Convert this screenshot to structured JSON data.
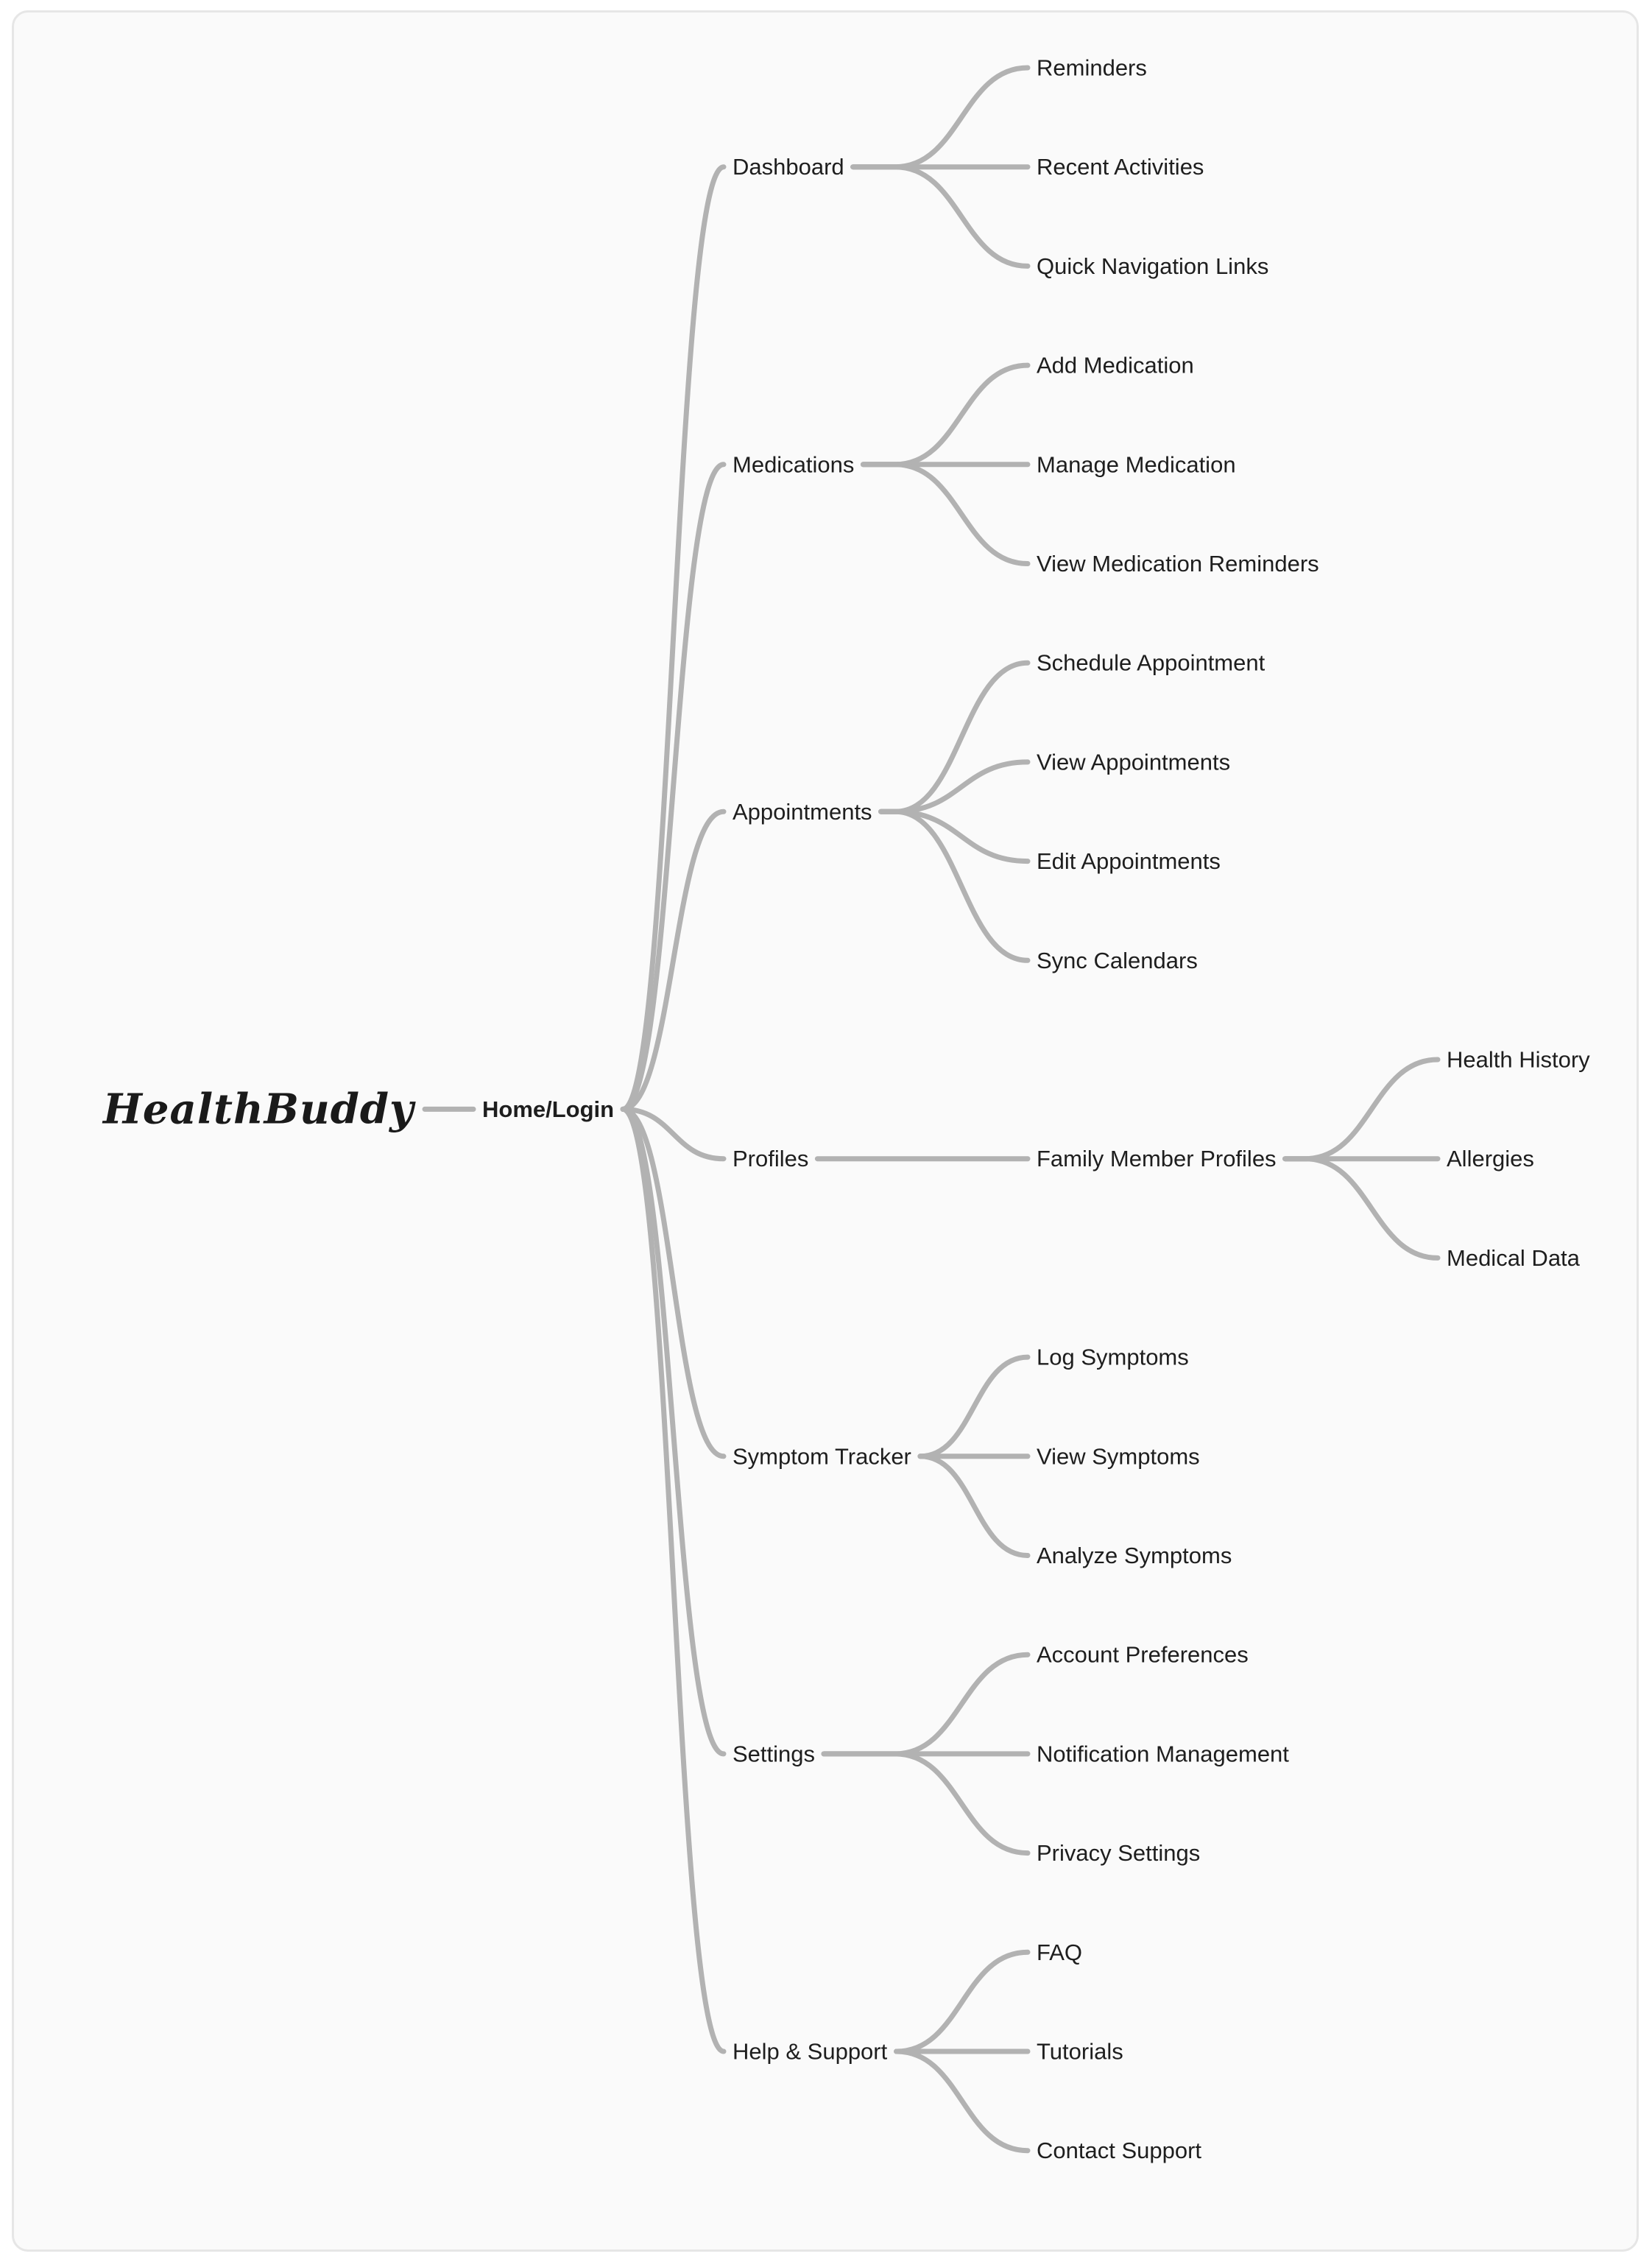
{
  "mindmap": {
    "root": {
      "label": "HealthBuddy",
      "children": [
        {
          "label": "Home/Login",
          "children": [
            {
              "label": "Dashboard",
              "children": [
                {
                  "label": "Reminders"
                },
                {
                  "label": "Recent Activities"
                },
                {
                  "label": "Quick Navigation Links"
                }
              ]
            },
            {
              "label": "Medications",
              "children": [
                {
                  "label": "Add Medication"
                },
                {
                  "label": "Manage Medication"
                },
                {
                  "label": "View Medication Reminders"
                }
              ]
            },
            {
              "label": "Appointments",
              "children": [
                {
                  "label": "Schedule Appointment"
                },
                {
                  "label": "View Appointments"
                },
                {
                  "label": "Edit Appointments"
                },
                {
                  "label": "Sync Calendars"
                }
              ]
            },
            {
              "label": "Profiles",
              "children": [
                {
                  "label": "Family Member Profiles",
                  "children": [
                    {
                      "label": "Health History"
                    },
                    {
                      "label": "Allergies"
                    },
                    {
                      "label": "Medical Data"
                    }
                  ]
                }
              ]
            },
            {
              "label": "Symptom Tracker",
              "children": [
                {
                  "label": "Log Symptoms"
                },
                {
                  "label": "View Symptoms"
                },
                {
                  "label": "Analyze Symptoms"
                }
              ]
            },
            {
              "label": "Settings",
              "children": [
                {
                  "label": "Account Preferences"
                },
                {
                  "label": "Notification Management"
                },
                {
                  "label": "Privacy Settings"
                }
              ]
            },
            {
              "label": "Help & Support",
              "children": [
                {
                  "label": "FAQ"
                },
                {
                  "label": "Tutorials"
                },
                {
                  "label": "Contact Support"
                }
              ]
            }
          ]
        }
      ]
    }
  },
  "colors": {
    "background": "#fafafa",
    "edge": "#b2b2b2",
    "text": "#1e1e1e"
  }
}
